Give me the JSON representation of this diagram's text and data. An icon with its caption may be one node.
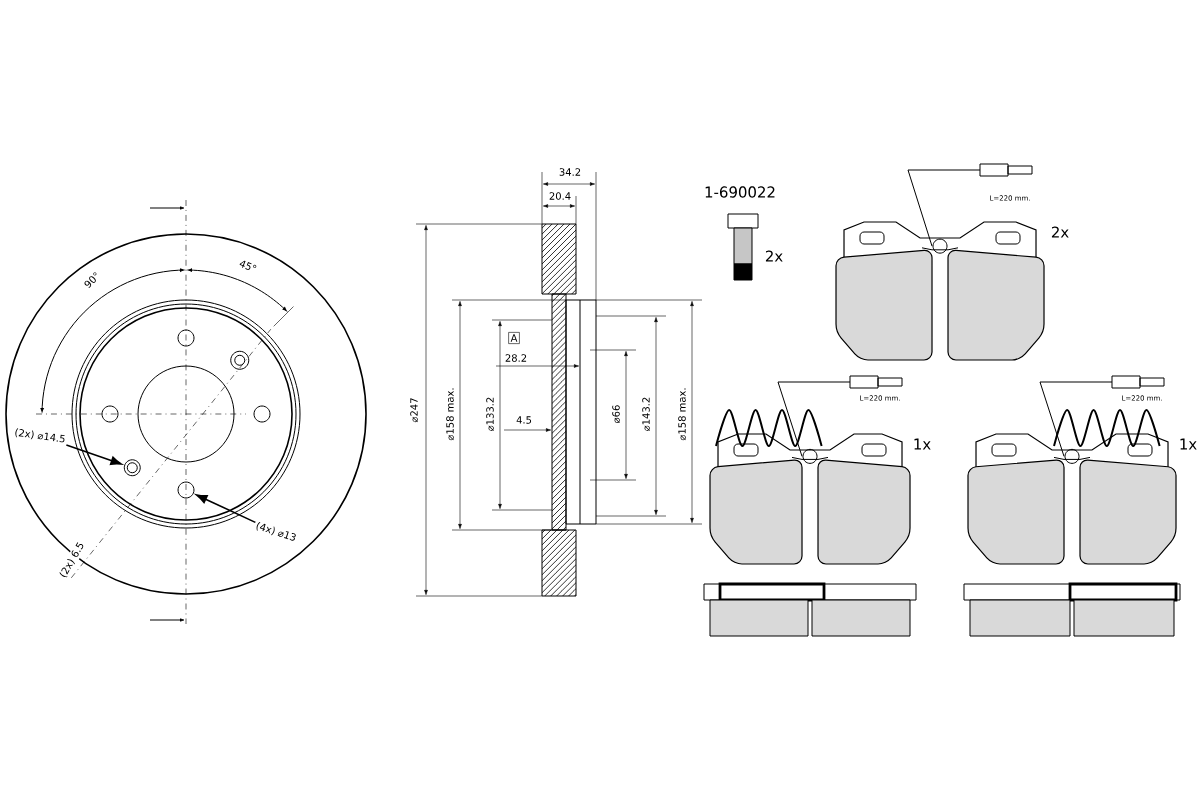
{
  "diagram": {
    "nodes": [
      {
        "text": [
          "(2x) ⌀14.5"
        ]
      },
      {
        "text": [],
        "shape": "circle"
      },
      {
        "text": [
          "(4x) ⌀13"
        ]
      },
      {
        "text": [],
        "shape": "circle"
      }
    ],
    "edges": [
      {
        "from": 0,
        "to": 1,
        "arrow": "to"
      },
      {
        "from": 2,
        "to": 3,
        "arrow": "to"
      }
    ],
    "labels": [
      "34.2",
      "1-690022",
      "20.4",
      "L=220 mm.",
      "2x",
      "45°",
      "90°",
      "2x",
      "A",
      "28.2",
      "L=220 mm.",
      "L=220 mm.",
      "⌀247",
      "⌀158 max.",
      "⌀133.2",
      "4.5",
      "⌀66",
      "⌀143.2",
      "⌀158 max.",
      "1x",
      "1x",
      "(2x) 6.5"
    ]
  }
}
